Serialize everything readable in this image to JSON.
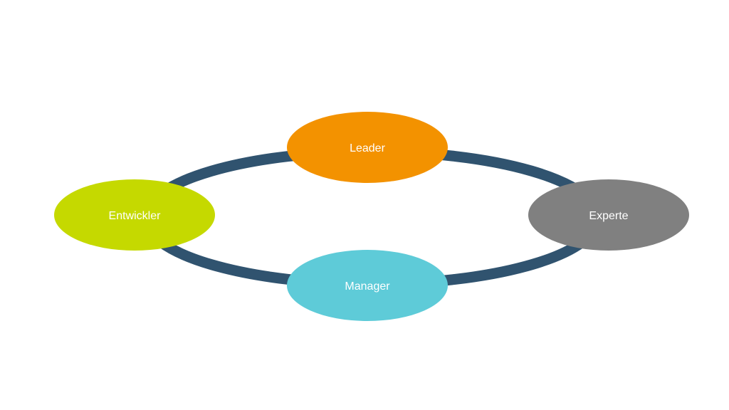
{
  "colors": {
    "ring": "#30536f",
    "leader": "#f39200",
    "entwickler": "#c5d900",
    "experte": "#808080",
    "manager": "#5ecbd8"
  },
  "nodes": {
    "leader": "Leader",
    "entwickler": "Entwickler",
    "experte": "Experte",
    "manager": "Manager"
  }
}
